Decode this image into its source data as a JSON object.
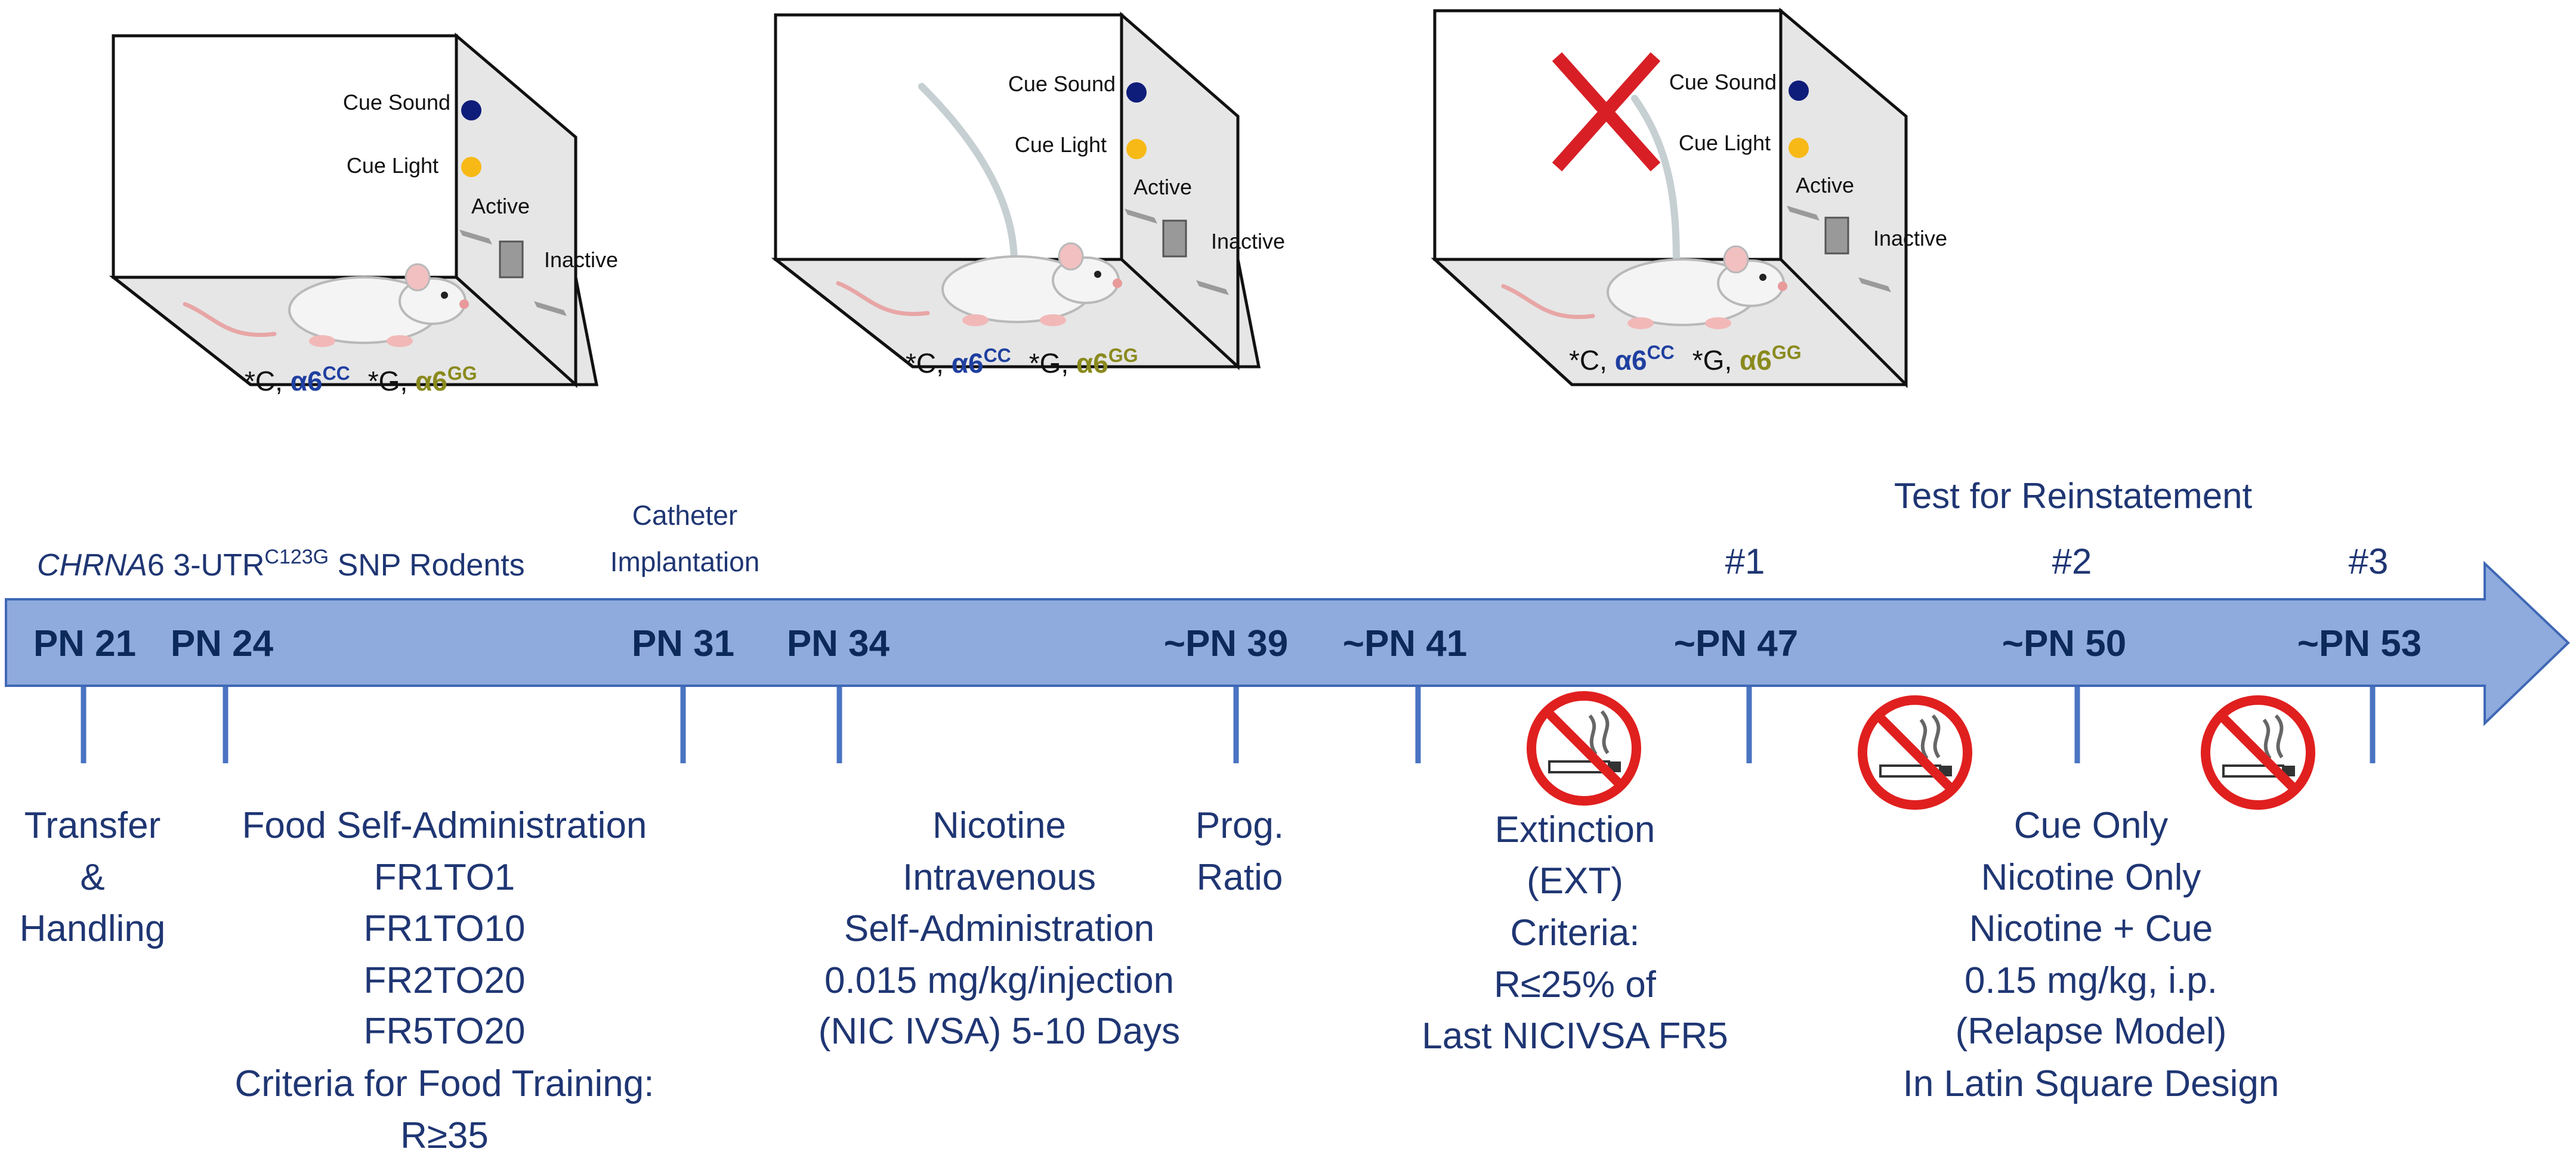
{
  "colors": {
    "arrow_fill": "#8faadc",
    "arrow_stroke": "#3f68b6",
    "pn_text": "#0b2a5a",
    "body_text": "#1f3673",
    "cue_sound_dot": "#0f1d7a",
    "cue_light_dot": "#f7b916",
    "cc_color": "#1f3fa0",
    "gg_color": "#8a8a1e",
    "no_smoking_red": "#e0201f",
    "cross_red": "#d81f26"
  },
  "boxes": [
    {
      "cue_sound": "Cue Sound",
      "cue_light": "Cue Light",
      "active": "Active",
      "inactive": "Inactive",
      "genotype_c_prefix": "*C, ",
      "genotype_cc_base": "α6",
      "genotype_cc_sup": "CC",
      "genotype_g_prefix": "*G, ",
      "genotype_gg_base": "α6",
      "genotype_gg_sup": "GG",
      "catheter": false,
      "crossed": false
    },
    {
      "cue_sound": "Cue Sound",
      "cue_light": "Cue Light",
      "active": "Active",
      "inactive": "Inactive",
      "genotype_c_prefix": "*C, ",
      "genotype_cc_base": "α6",
      "genotype_cc_sup": "CC",
      "genotype_g_prefix": "*G, ",
      "genotype_gg_base": "α6",
      "genotype_gg_sup": "GG",
      "catheter": true,
      "crossed": false
    },
    {
      "cue_sound": "Cue Sound",
      "cue_light": "Cue Light",
      "active": "Active",
      "inactive": "Inactive",
      "genotype_c_prefix": "*C, ",
      "genotype_cc_base": "α6",
      "genotype_cc_sup": "CC",
      "genotype_g_prefix": "*G, ",
      "genotype_gg_base": "α6",
      "genotype_gg_sup": "GG",
      "catheter": true,
      "crossed": true
    }
  ],
  "above_timeline": {
    "rodents_gene": "CHRNA",
    "rodents_rest": "6 3-UTR",
    "rodents_sup": "C123G",
    "rodents_tail": " SNP Rodents",
    "catheter_line1": "Catheter",
    "catheter_line2": "Implantation",
    "test_title": "Test for Reinstatement",
    "test_1": "#1",
    "test_2": "#2",
    "test_3": "#3"
  },
  "timepoints": [
    "PN 21",
    "PN 24",
    "PN 31",
    "PN 34",
    "~PN 39",
    "~PN 41",
    "~PN 47",
    "~PN 50",
    "~PN 53"
  ],
  "activities": {
    "transfer": [
      "Transfer",
      "&",
      "Handling"
    ],
    "food": [
      "Food Self-Administration",
      "FR1TO1",
      "FR1TO10",
      "FR2TO20",
      "FR5TO20",
      "Criteria for Food Training:",
      "R≥35"
    ],
    "nicotine": [
      "Nicotine",
      "Intravenous",
      "Self-Administration",
      "0.015 mg/kg/injection",
      "(NIC IVSA) 5-10 Days"
    ],
    "prog": [
      "Prog.",
      "Ratio"
    ],
    "extinction": [
      "Extinction",
      "(EXT)",
      "Criteria:",
      "R≤25% of",
      "Last NICIVSA FR5"
    ],
    "reinstatement": [
      "Cue Only",
      "Nicotine Only",
      "Nicotine + Cue",
      "0.15 mg/kg, i.p.",
      "(Relapse Model)",
      "In Latin Square Design"
    ]
  }
}
